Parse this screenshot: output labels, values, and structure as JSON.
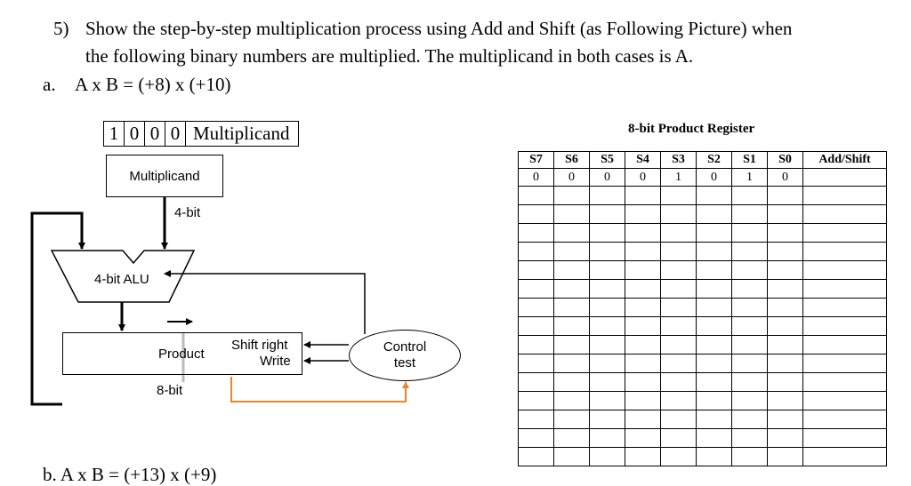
{
  "question": {
    "number": "5)",
    "line1": "Show the step-by-step multiplication process using Add and Shift (as Following Picture) when",
    "line2": "the following binary numbers are multiplied. The multiplicand in both cases is A.",
    "part_a_label": "a.",
    "part_a_text": "A x B = (+8) x (+10)",
    "part_b_partial": "b.    A x B = (+13) x (+9)"
  },
  "multiplicand_box": {
    "bits": [
      "1",
      "0",
      "0",
      "0"
    ],
    "label": "Multiplicand"
  },
  "diagram": {
    "multiplicand_label": "Multiplicand",
    "bit4_label": "4-bit",
    "alu_label": "4-bit ALU",
    "product_label": "Product",
    "bit8_label": "8-bit",
    "shift_right_label": "Shift right",
    "write_label": "Write",
    "control_line1": "Control",
    "control_line2": "test",
    "orange_color": "#e8862a"
  },
  "product_register": {
    "title": "8-bit Product Register",
    "headers": [
      "S7",
      "S6",
      "S5",
      "S4",
      "S3",
      "S2",
      "S1",
      "S0",
      "Add/Shift"
    ],
    "initial_row": [
      "0",
      "0",
      "0",
      "0",
      "1",
      "0",
      "1",
      "0",
      ""
    ],
    "empty_rows": 15
  }
}
